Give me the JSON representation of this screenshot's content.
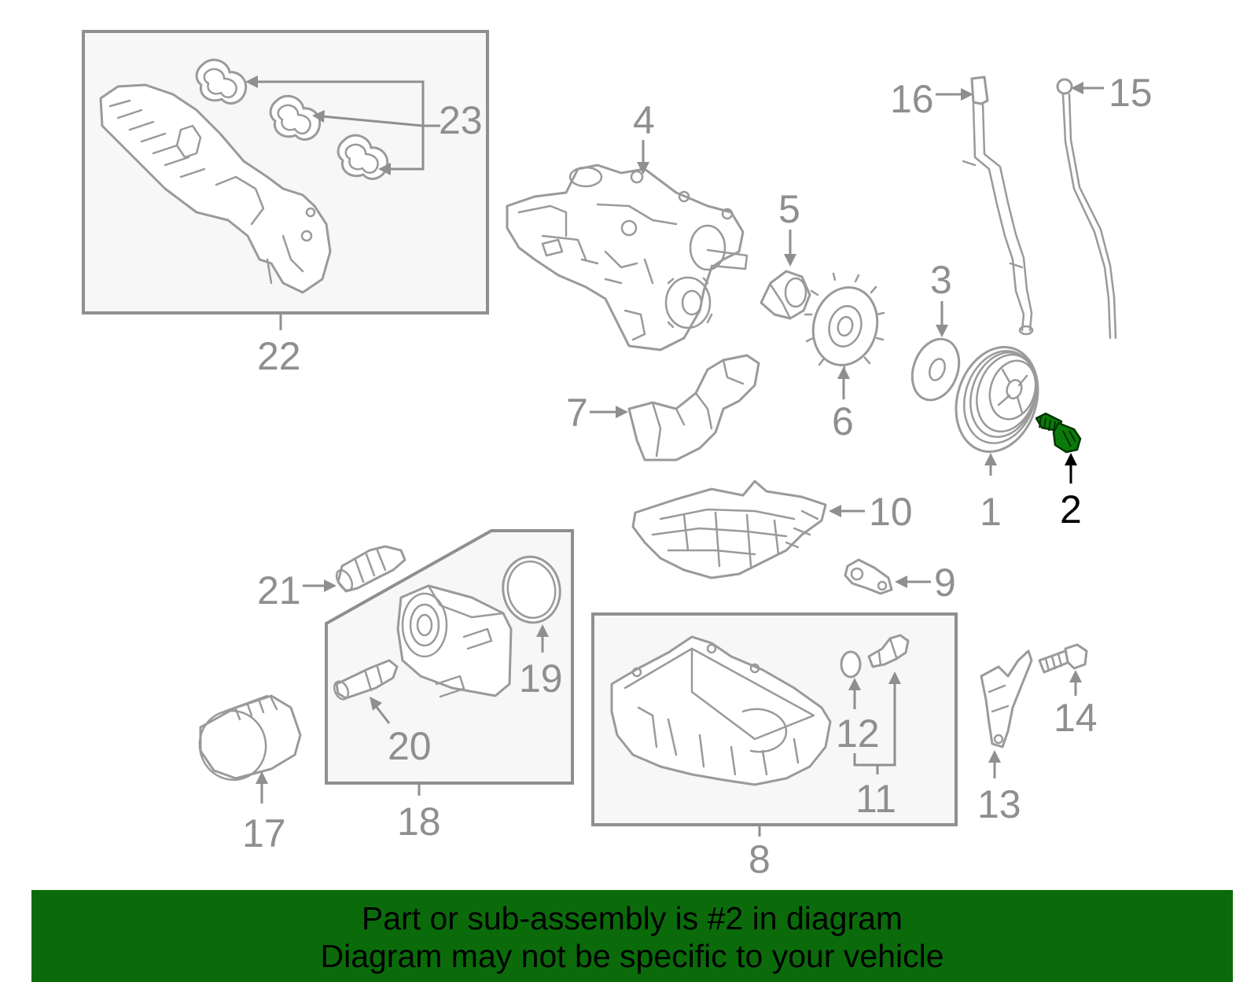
{
  "callouts": {
    "n1": "1",
    "n2": "2",
    "n3": "3",
    "n4": "4",
    "n5": "5",
    "n6": "6",
    "n7": "7",
    "n8": "8",
    "n9": "9",
    "n10": "10",
    "n11": "11",
    "n12": "12",
    "n13": "13",
    "n14": "14",
    "n15": "15",
    "n16": "16",
    "n17": "17",
    "n18": "18",
    "n19": "19",
    "n20": "20",
    "n21": "21",
    "n22": "22",
    "n23": "23"
  },
  "highlight": {
    "color": "#0b7a0b",
    "callout": "2"
  },
  "banner": {
    "line1": "Part or sub-assembly is #2 in diagram",
    "line2": "Diagram may not be specific to your vehicle",
    "background": "#0b6b0b"
  }
}
